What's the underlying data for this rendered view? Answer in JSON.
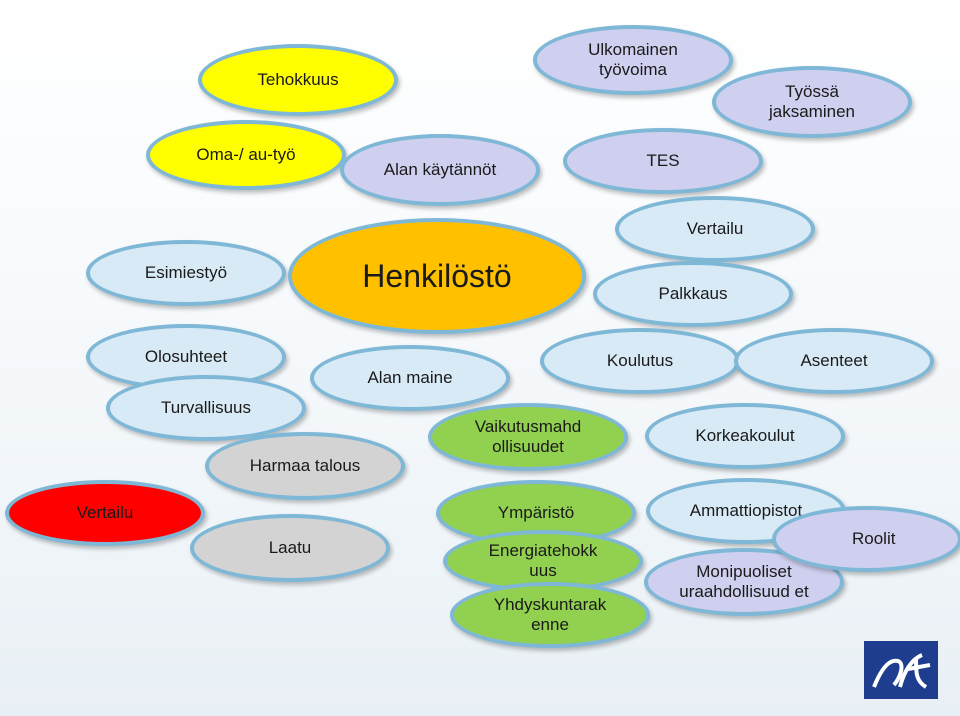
{
  "nodes": {
    "tehokkuus": "Tehokkuus",
    "oma_au_tyo": "Oma-/ au-työ",
    "alan_kaytannot": "Alan käytännöt",
    "ulkomainen_tyovoima": "Ulkomainen työvoima",
    "tes": "TES",
    "tyossa_jaksaminen": "Työssä jaksaminen",
    "vertailu_top": "Vertailu",
    "palkkaus": "Palkkaus",
    "esimiestyo": "Esimiestyö",
    "henkilosto": "Henkilöstö",
    "olosuhteet": "Olosuhteet",
    "turvallisuus": "Turvallisuus",
    "harmaa_talous": "Harmaa talous",
    "alan_maine": "Alan maine",
    "vaikutusmahdollisuudet": "Vaikutusmahd ollisuudet",
    "koulutus": "Koulutus",
    "asenteet": "Asenteet",
    "korkeakoulut": "Korkeakoulut",
    "vertailu_left": "Vertailu",
    "laatu": "Laatu",
    "ymparisto": "Ympäristö",
    "energiatehokkuus": "Energiatehokk uus",
    "yhdyskuntarakenne": "Yhdyskuntarak enne",
    "ammattiopistot": "Ammattiopistot",
    "monipuoliset": "Monipuoliset uraahdollisuud et",
    "roolit": "Roolit"
  },
  "colors": {
    "yellow": "#ffff00",
    "lavender": "#cfcfef",
    "light_blue": "#d9eaf7",
    "grey": "#d3d3d3",
    "green": "#92d050",
    "red": "#ff0000",
    "orange": "#ffc000",
    "outline": "#7fb8d6",
    "logo": "#1f3d8f"
  },
  "logo_icon": "organization-logo"
}
